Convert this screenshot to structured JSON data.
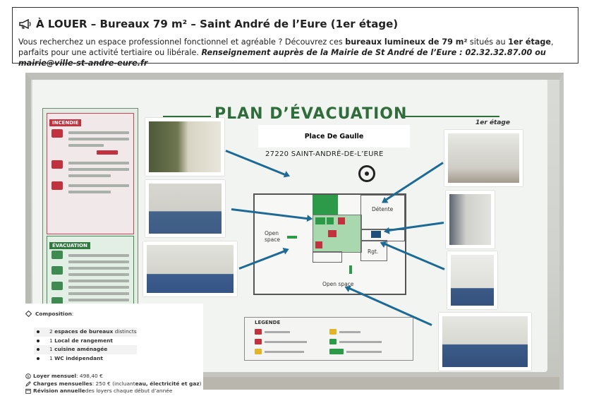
{
  "header": {
    "title": "À LOUER – Bureaux 79 m² – Saint André de l’Eure (1er étage)",
    "desc_intro": "Vous recherchez un espace professionnel fonctionnel et agréable ? Découvrez ces ",
    "desc_bold1": "bureaux lumineux de 79 m²",
    "desc_mid": " situés au ",
    "desc_bold2": "1er étage",
    "desc_end": ", parfaits pour une activité tertiaire ou libérale. ",
    "desc_contact": "Renseignement auprès de la Mairie de St André de l’Eure : 02.32.32.87.00 ou mairie@ville-st-andre-eure.fr"
  },
  "plan": {
    "title": "PLAN D’ÉVACUATION",
    "etage": "1er étage",
    "place": "Place De Gaulle",
    "city": "27220 SAINT-ANDRÉ-DE-L’EURE",
    "labels": {
      "detente": "Détente",
      "open_space_left": "Open space",
      "open_space_bottom": "Open space",
      "rgt": "Rgt."
    },
    "left_panel": {
      "incendie": "INCENDIE",
      "evacuation": "ÉVACUATION"
    },
    "legend_title": "LEGENDE"
  },
  "info": {
    "composition_label": "Composition",
    "composition_suffix": " :",
    "items": [
      {
        "pre": "2 ",
        "bold": "espaces de bureaux",
        "post": " distincts"
      },
      {
        "pre": "1 ",
        "bold": "Local de rangement",
        "post": ""
      },
      {
        "pre": "1 ",
        "bold": "cuisine aménagée",
        "post": ""
      },
      {
        "pre": "1 ",
        "bold": "WC indépendant",
        "post": ""
      }
    ],
    "loyer_label": "Loyer mensuel",
    "loyer_value": " : 498,40 €",
    "charges_label": "Charges mensuelles",
    "charges_mid": " : 250 € (incluant ",
    "charges_bold": "eau, électricité et gaz",
    "charges_end": ")",
    "revision_label": "Révision annuelle",
    "revision_value": " des loyers chaque début d’année"
  },
  "colors": {
    "plan_green": "#2f6d3a",
    "arrow_blue": "#1d6a95",
    "incendie_red": "#c2323e"
  }
}
